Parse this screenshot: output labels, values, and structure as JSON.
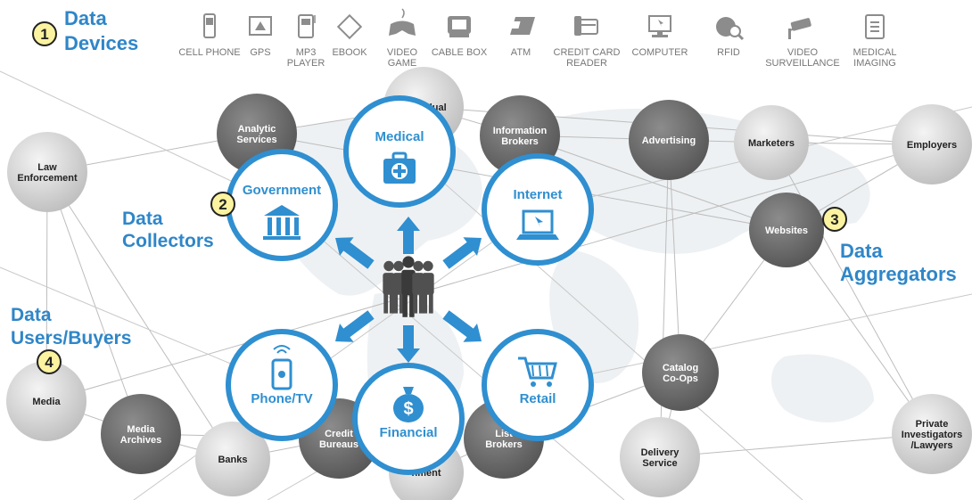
{
  "colors": {
    "accent_blue": "#2f8fd0",
    "label_blue": "#2f86c8",
    "dark_node": "#6b6b6b",
    "light_node": "#cfcfcf",
    "marker_yellow": "#fbf3a0",
    "device_grey": "#8a8a8a"
  },
  "sections": {
    "devices": {
      "number": "1",
      "line1": "Data",
      "line2": "Devices"
    },
    "collectors": {
      "number": "2",
      "line1": "Data",
      "line2": "Collectors"
    },
    "aggregators": {
      "number": "3",
      "line1": "Data",
      "line2": "Aggregators"
    },
    "users": {
      "number": "4",
      "line1": "Data",
      "line2": "Users/Buyers"
    }
  },
  "devices": [
    {
      "icon": "cell-phone-icon",
      "line1": "CELL PHONE",
      "line2": ""
    },
    {
      "icon": "gps-icon",
      "line1": "GPS",
      "line2": ""
    },
    {
      "icon": "mp3-player-icon",
      "line1": "MP3",
      "line2": "PLAYER"
    },
    {
      "icon": "ebook-icon",
      "line1": "EBOOK",
      "line2": ""
    },
    {
      "icon": "video-game-icon",
      "line1": "VIDEO",
      "line2": "GAME"
    },
    {
      "icon": "cable-box-icon",
      "line1": "CABLE BOX",
      "line2": ""
    },
    {
      "icon": "atm-icon",
      "line1": "ATM",
      "line2": ""
    },
    {
      "icon": "credit-card-reader-icon",
      "line1": "CREDIT CARD",
      "line2": "READER"
    },
    {
      "icon": "computer-icon",
      "line1": "COMPUTER",
      "line2": ""
    },
    {
      "icon": "rfid-icon",
      "line1": "RFID",
      "line2": ""
    },
    {
      "icon": "video-surveillance-icon",
      "line1": "VIDEO",
      "line2": "SURVEILLANCE"
    },
    {
      "icon": "medical-imaging-icon",
      "line1": "MEDICAL",
      "line2": "IMAGING"
    }
  ],
  "collectors": [
    {
      "label": "Medical",
      "icon": "medical-kit-icon"
    },
    {
      "label": "Government",
      "icon": "government-building-icon"
    },
    {
      "label": "Internet",
      "icon": "laptop-icon"
    },
    {
      "label": "Phone/TV",
      "icon": "mobile-phone-icon"
    },
    {
      "label": "Retail",
      "icon": "shopping-cart-icon"
    },
    {
      "label": "Financial",
      "icon": "money-bag-icon"
    }
  ],
  "network_nodes": [
    {
      "label": "Individual",
      "tone": "light"
    },
    {
      "label": "Analytic\nServices",
      "tone": "dark"
    },
    {
      "label": "Information\nBrokers",
      "tone": "dark"
    },
    {
      "label": "Advertising",
      "tone": "dark"
    },
    {
      "label": "Marketers",
      "tone": "light"
    },
    {
      "label": "Employers",
      "tone": "light"
    },
    {
      "label": "Law\nEnforcement",
      "tone": "light"
    },
    {
      "label": "Websites",
      "tone": "dark"
    },
    {
      "label": "Media",
      "tone": "light"
    },
    {
      "label": "Media\nArchives",
      "tone": "dark"
    },
    {
      "label": "Banks",
      "tone": "light"
    },
    {
      "label": "Credit\nBureaus",
      "tone": "dark"
    },
    {
      "label": "List\nBrokers",
      "tone": "dark"
    },
    {
      "label": "Catalog\nCo-Ops",
      "tone": "dark"
    },
    {
      "label": "Delivery\nService",
      "tone": "light"
    },
    {
      "label": "Private\nInvestigators\n/Lawyers",
      "tone": "light"
    },
    {
      "label": "nment",
      "tone": "light"
    }
  ]
}
